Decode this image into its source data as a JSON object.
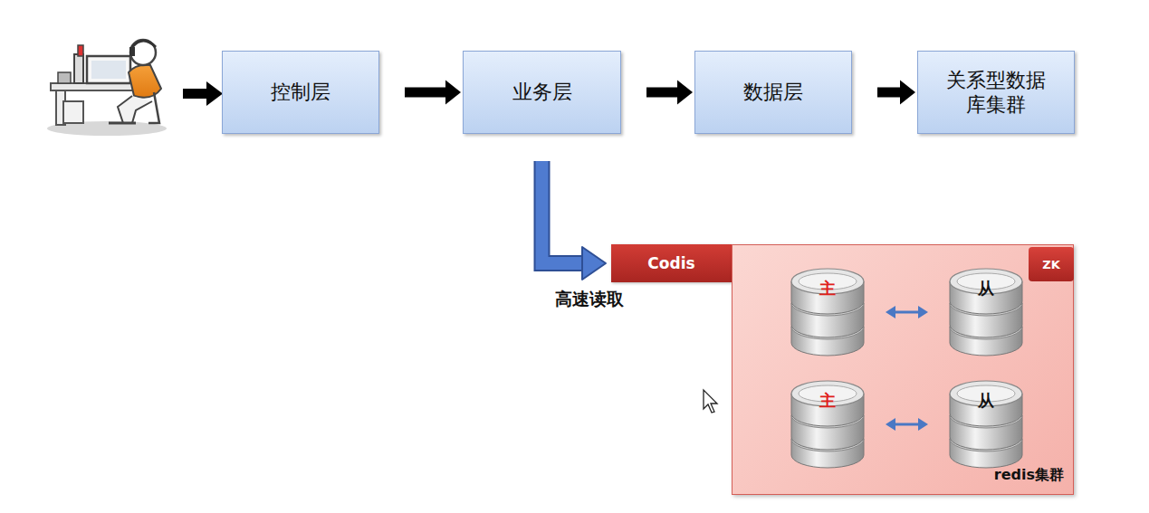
{
  "diagram": {
    "nodes": [
      {
        "text": [
          "控制层"
        ]
      },
      {
        "text": [
          "业务层"
        ]
      },
      {
        "text": [
          "数据层"
        ]
      },
      {
        "text": [
          "关系型数据库集群"
        ]
      },
      {
        "text": [
          "Codis"
        ]
      },
      {
        "text": [
          "redis集群"
        ]
      },
      {
        "text": [
          "ZK"
        ],
        "in": 5
      },
      {
        "text": [
          "主"
        ],
        "in": 5
      },
      {
        "text": [
          "从"
        ],
        "in": 5
      },
      {
        "text": [
          "主"
        ],
        "in": 5
      },
      {
        "text": [
          "从"
        ],
        "in": 5
      }
    ],
    "edges": [
      {
        "from": 0,
        "to": 1,
        "arrow": "to"
      },
      {
        "from": 1,
        "to": 2,
        "arrow": "to"
      },
      {
        "from": 2,
        "to": 3,
        "arrow": "to"
      },
      {
        "from": 1,
        "to": 4,
        "label": "高速读取",
        "arrow": "to"
      },
      {
        "from": 7,
        "to": 8,
        "arrow": "both"
      },
      {
        "from": 9,
        "to": 10,
        "arrow": "both"
      }
    ]
  }
}
